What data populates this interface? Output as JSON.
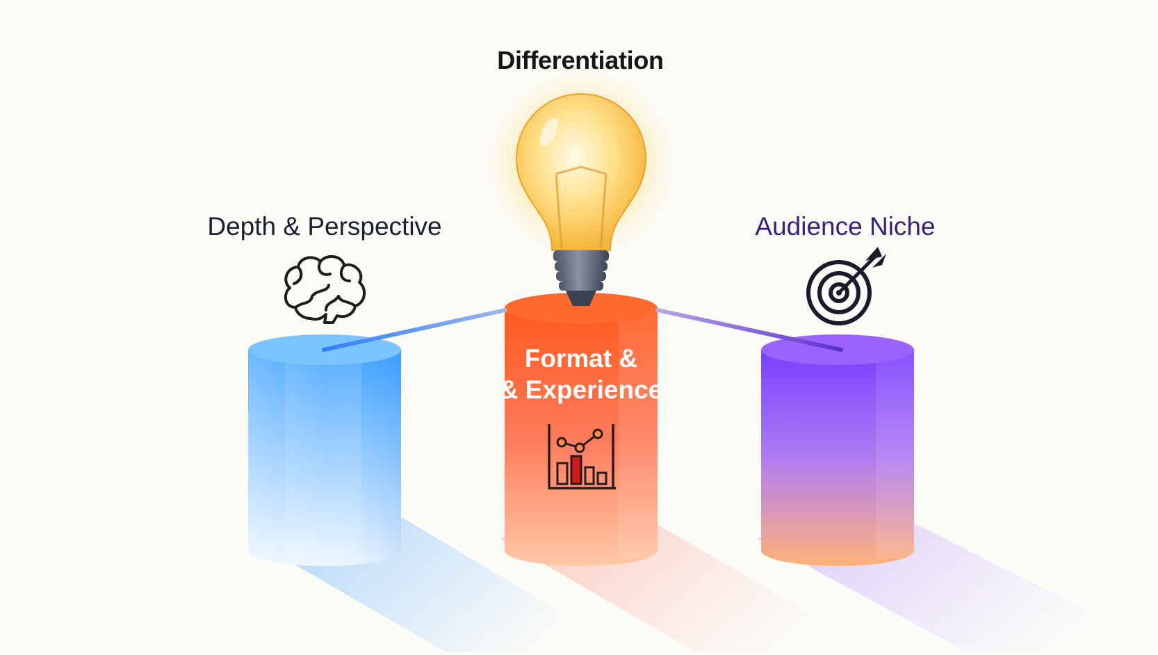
{
  "diagram": {
    "title": "Differentiation",
    "pillars": [
      {
        "label": "Depth & Perspective",
        "icon": "brain-icon",
        "color_top": "#4aa8ff",
        "color_bottom": "#e6f3ff"
      },
      {
        "label_line1": "Format &",
        "label_line2": "& Experience",
        "icon": "chart-icon",
        "color_top": "#ff4a1a",
        "color_bottom": "#ffc4a6"
      },
      {
        "label": "Audience Niche",
        "icon": "target-icon",
        "color_top": "#8a4bff",
        "color_bottom": "#ffb27a"
      }
    ],
    "top_icon": "lightbulb-icon"
  }
}
